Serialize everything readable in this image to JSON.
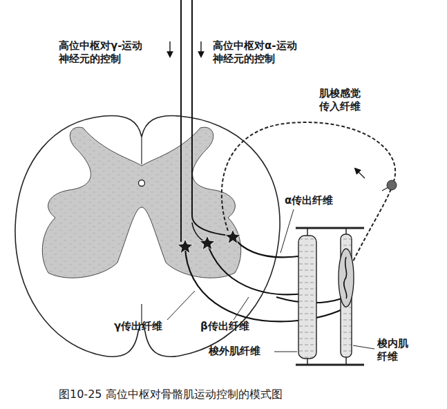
{
  "diagram": {
    "caption": "图10-25 高位中枢对骨骼肌运动控制的模式图",
    "labels": [
      "高位中枢对γ-运动神经元的控制",
      "高位中枢对α-运动神经元的控制",
      "肌梭感觉传入纤维",
      "α传出纤维",
      "γ传出纤维",
      "β传出纤维",
      "梭外肌纤维",
      "梭内肌纤维"
    ]
  }
}
